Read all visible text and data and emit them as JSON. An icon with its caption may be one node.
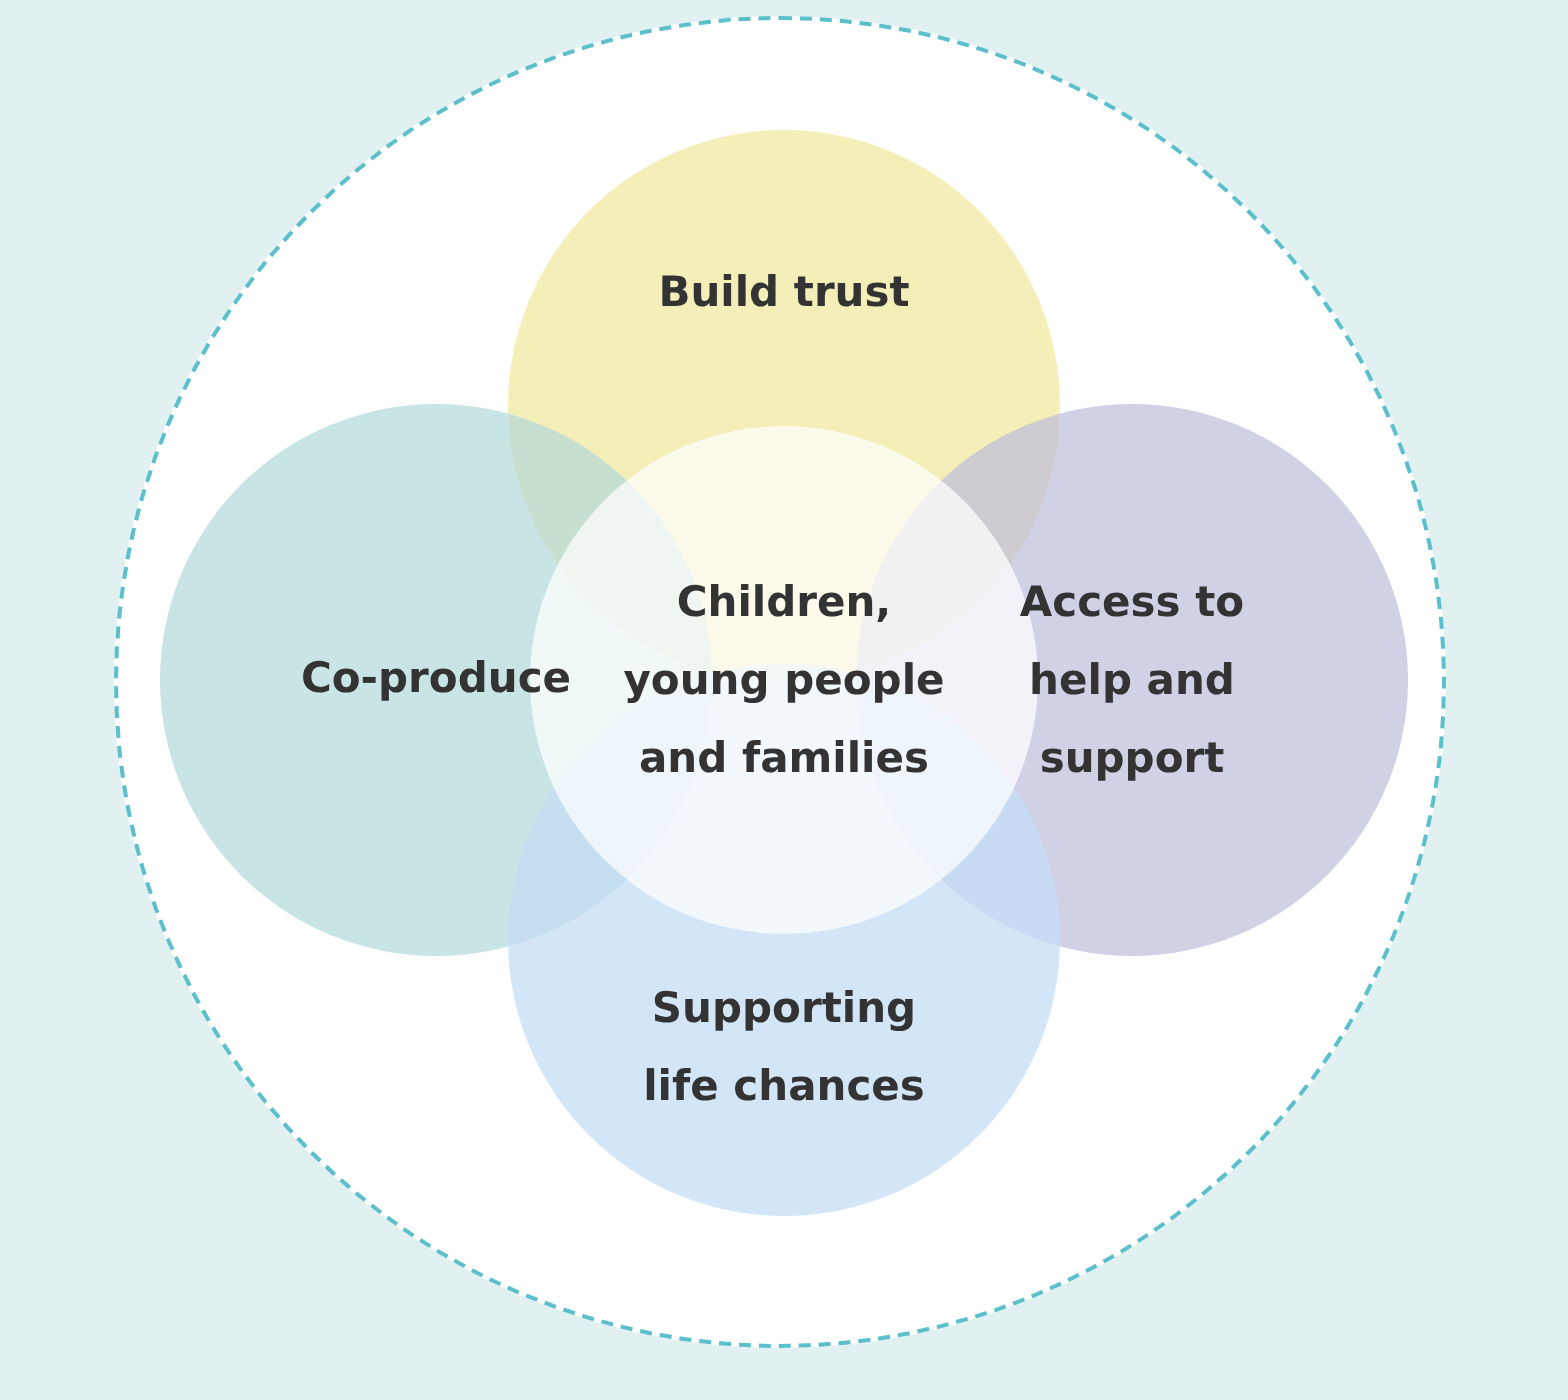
{
  "diagram": {
    "nodes": [
      {
        "text": [
          "Build trust"
        ]
      },
      {
        "text": [
          "Co-produce"
        ]
      },
      {
        "text": [
          "Children, young people and families"
        ]
      },
      {
        "text": [
          "Access to help and support"
        ]
      },
      {
        "text": [
          "Supporting life chances"
        ]
      }
    ]
  }
}
